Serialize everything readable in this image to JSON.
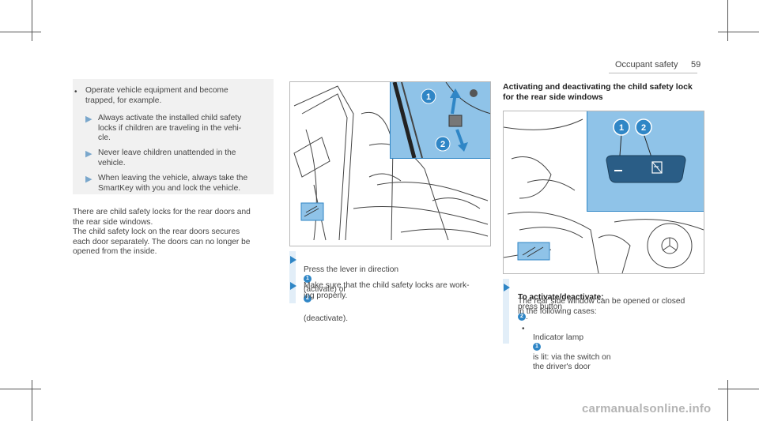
{
  "header": {
    "section": "Occupant safety",
    "page": "59"
  },
  "warning_bullets": [
    "Operate vehicle equipment and become trapped, for example.",
    "Always activate the installed child safety locks if children are traveling in the vehi-cle.",
    "Never leave children unattended in the vehicle.",
    "When leaving the vehicle, always take the SmartKey with you and lock the vehicle."
  ],
  "warning_bullets_display": [
    "Operate vehicle equipment and become\ntrapped, for example.",
    "Always activate the installed child safety\nlocks if children are traveling in the vehi-\ncle.",
    "Never leave children unattended in the\nvehicle.",
    "When leaving the vehicle, always take the\nSmartKey with you and lock the vehicle."
  ],
  "intro_text": "There are child safety locks for the rear doors and\nthe rear side windows.\nThe child safety lock on the rear doors secures\neach door separately. The doors can no longer be\nopened from the inside.",
  "middle_steps": {
    "step1_before": "Press the lever in direction",
    "step1_mid": "(activate) or",
    "step1_after": "(deactivate).",
    "step2": "Make sure that the child safety locks are work-\ning properly."
  },
  "callouts": {
    "one": "1",
    "two": "2"
  },
  "section_title": "Activating and deactivating the child safety lock\nfor the rear side windows",
  "right_steps": {
    "label": "To activate/deactivate:",
    "after_label": "press button",
    "after_label_end": ".",
    "para": "The rear side window can be opened or closed\nin the following cases:",
    "bullet_before": "Indicator lamp",
    "bullet_after": "is lit: via the switch on\nthe driver's door"
  },
  "watermark": "carmanualsonline.info",
  "colors": {
    "accent": "#2f86c6",
    "callout_panel": "#8fc3e8",
    "step_bar": "#e2eef8"
  }
}
